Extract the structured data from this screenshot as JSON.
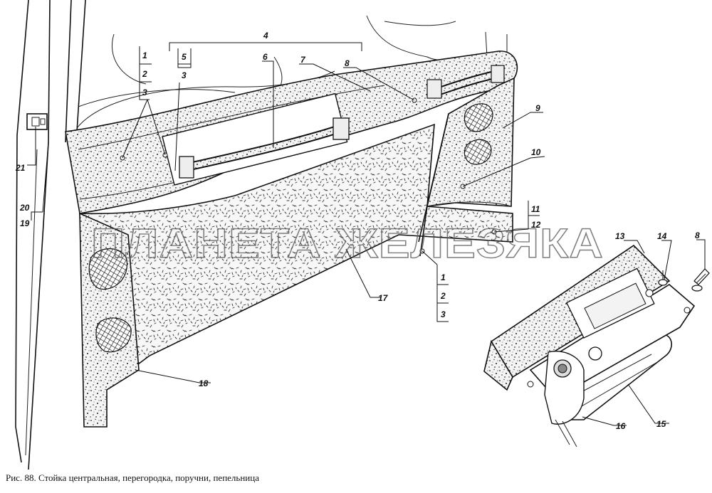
{
  "caption": "Рис. 88. Стойка центральная, перегородка, поручни, пепельница",
  "watermark": "ПЛАНЕТА ЖЕЛЕЗЯКА",
  "labels": {
    "l1": "1",
    "l2": "2",
    "l3": "3",
    "l4": "4",
    "l5": "5",
    "l3b": "3",
    "l6": "6",
    "l7": "7",
    "l8": "8",
    "l9": "9",
    "l10": "10",
    "l11": "11",
    "l12": "12",
    "l1b": "1",
    "l2b": "2",
    "l3c": "3",
    "l13": "13",
    "l14": "14",
    "l8b": "8",
    "l15": "15",
    "l16": "16",
    "l17": "17",
    "l18": "18",
    "l19": "19",
    "l20": "20",
    "l21": "21"
  }
}
